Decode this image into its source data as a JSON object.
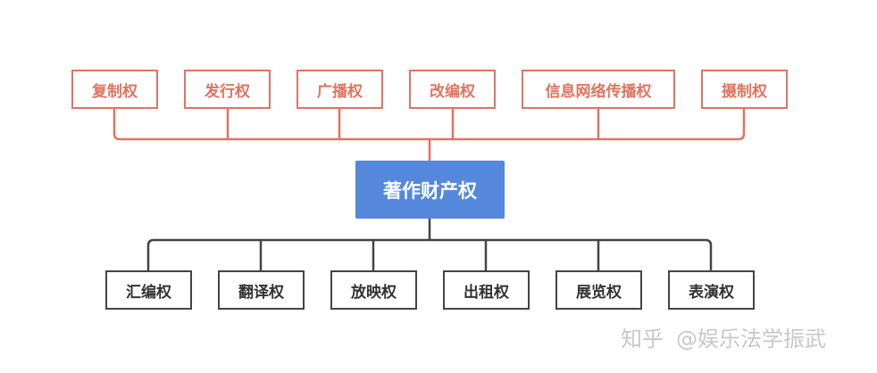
{
  "root": {
    "label": "著作财产权"
  },
  "top_rights": [
    {
      "label": "复制权"
    },
    {
      "label": "发行权"
    },
    {
      "label": "广播权"
    },
    {
      "label": "改编权"
    },
    {
      "label": "信息网络传播权"
    },
    {
      "label": "摄制权"
    }
  ],
  "bottom_rights": [
    {
      "label": "汇编权"
    },
    {
      "label": "翻译权"
    },
    {
      "label": "放映权"
    },
    {
      "label": "出租权"
    },
    {
      "label": "展览权"
    },
    {
      "label": "表演权"
    }
  ],
  "watermark": {
    "platform": "知乎",
    "author": "@娱乐法学振武"
  },
  "colors": {
    "top_accent": "#e07461",
    "bottom_accent": "#444444",
    "center_fill": "#5588dd"
  }
}
